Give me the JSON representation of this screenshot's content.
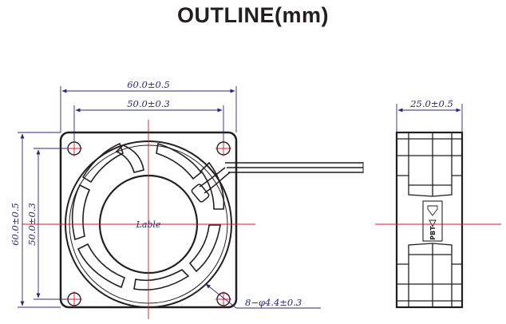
{
  "title": "OUTLINE(mm)",
  "front_view": {
    "width_outer": "60.0±0.5",
    "width_hole_pitch": "50.0±0.3",
    "height_outer": "60.0±0.5",
    "height_hole_pitch": "50.0±0.3",
    "hub_label": "Lable",
    "hole_callout": "8−φ4.4±0.3"
  },
  "side_view": {
    "depth": "25.0±0.5",
    "marking_text": "PBT"
  },
  "colors": {
    "drawing": "#231f20",
    "dimension": "#2a2a7a",
    "centerline": "#e8102a"
  }
}
